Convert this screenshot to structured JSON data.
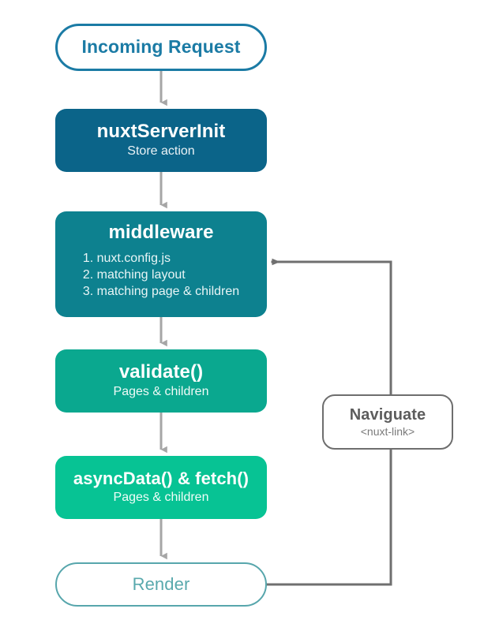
{
  "diagram": {
    "title": "Nuxt.js server-side rendering lifecycle flowchart",
    "colors": {
      "incoming_request_border": "#1b7ba5",
      "incoming_request_text": "#1b7ba5",
      "nuxt_server_init_fill": "#0b6489",
      "middleware_fill": "#0d818f",
      "validate_fill": "#0aa88f",
      "async_data_fill": "#07c394",
      "render_border": "#57a6ac",
      "render_text": "#59a9ad",
      "navigate_border": "#6e6e6e",
      "navigate_text": "#5c5c5c",
      "edge_stroke": "#a6a6a6",
      "loop_edge_stroke": "#6f6f6f",
      "background": "#ffffff"
    },
    "nodes": {
      "incoming_request": {
        "label": "Incoming Request"
      },
      "nuxt_server_init": {
        "label": "nuxtServerInit",
        "subtitle": "Store action"
      },
      "middleware": {
        "label": "middleware",
        "steps": [
          "1. nuxt.config.js",
          "2. matching layout",
          "3. matching page & children"
        ]
      },
      "validate": {
        "label": "validate()",
        "subtitle": "Pages & children"
      },
      "async_data": {
        "label": "asyncData() & fetch()",
        "subtitle": "Pages & children"
      },
      "render": {
        "label": "Render"
      },
      "navigate": {
        "label": "Naviguate",
        "subtitle": "<nuxt-link>"
      }
    },
    "edges": [
      {
        "from": "incoming_request",
        "to": "nuxt_server_init",
        "arrow": true
      },
      {
        "from": "nuxt_server_init",
        "to": "middleware",
        "arrow": true
      },
      {
        "from": "middleware",
        "to": "validate",
        "arrow": true
      },
      {
        "from": "validate",
        "to": "async_data",
        "arrow": true
      },
      {
        "from": "async_data",
        "to": "render",
        "arrow": true
      },
      {
        "from": "render",
        "to": "middleware",
        "arrow": true,
        "via": "navigate"
      }
    ]
  }
}
